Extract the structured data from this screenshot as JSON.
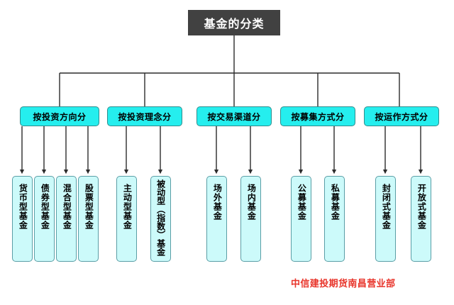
{
  "diagram": {
    "type": "org-tree",
    "root": {
      "label": "基金的分类",
      "color": "#414141",
      "text_color": "#ffffff"
    },
    "category_color": "#25eeee",
    "leaf_color": "#ccfafa",
    "categories": [
      {
        "label": "按投资方向分",
        "children": [
          {
            "label": "货币型基金"
          },
          {
            "label": "债券型基金"
          },
          {
            "label": "混合型基金"
          },
          {
            "label": "股票型基金"
          }
        ]
      },
      {
        "label": "按投资理念分",
        "children": [
          {
            "label": "主动型基金"
          },
          {
            "label": "被动型（指数）基金"
          }
        ]
      },
      {
        "label": "按交易渠道分",
        "children": [
          {
            "label": "场外基金"
          },
          {
            "label": "场内基金"
          }
        ]
      },
      {
        "label": "按募集方式分",
        "children": [
          {
            "label": "公募基金"
          },
          {
            "label": "私募基金"
          }
        ]
      },
      {
        "label": "按运作方式分",
        "children": [
          {
            "label": "封闭式基金"
          },
          {
            "label": "开放式基金"
          }
        ]
      }
    ]
  },
  "footer": {
    "credit": "中信建投期货南昌营业部",
    "color": "#e8342a"
  }
}
